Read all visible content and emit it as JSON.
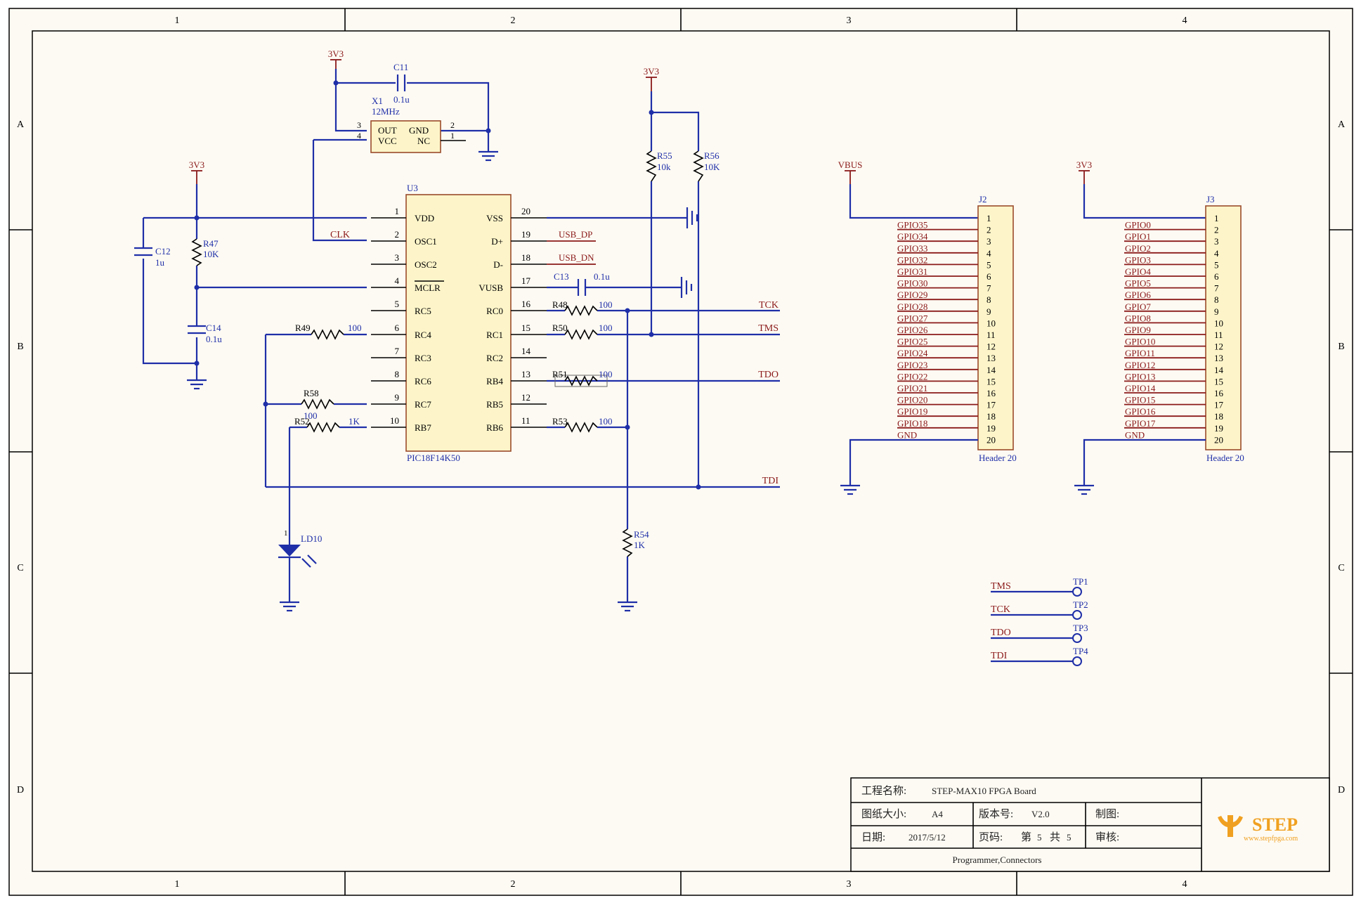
{
  "grid": {
    "cols": [
      "1",
      "2",
      "3",
      "4"
    ],
    "rows": [
      "A",
      "B",
      "C",
      "D"
    ]
  },
  "power": {
    "v3v3": "3V3",
    "vbus": "VBUS"
  },
  "crystal": {
    "ref": "X1",
    "value": "12MHz",
    "pins": {
      "out": "OUT",
      "vcc": "VCC",
      "gnd": "GND",
      "nc": "NC"
    },
    "nums": {
      "p3": "3",
      "p4": "4",
      "p2": "2",
      "p1": "1"
    }
  },
  "caps": {
    "c11": {
      "ref": "C11",
      "value": "0.1u"
    },
    "c12": {
      "ref": "C12",
      "value": "1u"
    },
    "c13": {
      "ref": "C13",
      "value": "0.1u"
    },
    "c14": {
      "ref": "C14",
      "value": "0.1u"
    }
  },
  "resistors": {
    "r47": {
      "ref": "R47",
      "value": "10K"
    },
    "r48": {
      "ref": "R48",
      "value": "100"
    },
    "r49": {
      "ref": "R49",
      "value": "100"
    },
    "r50": {
      "ref": "R50",
      "value": "100"
    },
    "r51": {
      "ref": "R51",
      "value": "100"
    },
    "r52": {
      "ref": "R52",
      "value": "1K"
    },
    "r53": {
      "ref": "R53",
      "value": "100"
    },
    "r54": {
      "ref": "R54",
      "value": "1K"
    },
    "r55": {
      "ref": "R55",
      "value": "10k"
    },
    "r56": {
      "ref": "R56",
      "value": "10K"
    },
    "r58": {
      "ref": "R58",
      "value": "100"
    }
  },
  "led": {
    "ref": "LD10",
    "pin": "1"
  },
  "mcu": {
    "ref": "U3",
    "part": "PIC18F14K50",
    "left_pins": [
      {
        "num": "1",
        "name": "VDD"
      },
      {
        "num": "2",
        "name": "OSC1"
      },
      {
        "num": "3",
        "name": "OSC2"
      },
      {
        "num": "4",
        "name": "MCLR"
      },
      {
        "num": "5",
        "name": "RC5"
      },
      {
        "num": "6",
        "name": "RC4"
      },
      {
        "num": "7",
        "name": "RC3"
      },
      {
        "num": "8",
        "name": "RC6"
      },
      {
        "num": "9",
        "name": "RC7"
      },
      {
        "num": "10",
        "name": "RB7"
      }
    ],
    "right_pins": [
      {
        "num": "20",
        "name": "VSS"
      },
      {
        "num": "19",
        "name": "D+"
      },
      {
        "num": "18",
        "name": "D-"
      },
      {
        "num": "17",
        "name": "VUSB"
      },
      {
        "num": "16",
        "name": "RC0"
      },
      {
        "num": "15",
        "name": "RC1"
      },
      {
        "num": "14",
        "name": "RC2"
      },
      {
        "num": "13",
        "name": "RB4"
      },
      {
        "num": "12",
        "name": "RB5"
      },
      {
        "num": "11",
        "name": "RB6"
      }
    ]
  },
  "nets": {
    "clk": "CLK",
    "usb_dp": "USB_DP",
    "usb_dn": "USB_DN",
    "tck": "TCK",
    "tms": "TMS",
    "tdo": "TDO",
    "tdi": "TDI"
  },
  "j2": {
    "ref": "J2",
    "type": "Header 20",
    "pins": [
      "1",
      "2",
      "3",
      "4",
      "5",
      "6",
      "7",
      "8",
      "9",
      "10",
      "11",
      "12",
      "13",
      "14",
      "15",
      "16",
      "17",
      "18",
      "19",
      "20"
    ],
    "nets": [
      "GPIO35",
      "GPIO34",
      "GPIO33",
      "GPIO32",
      "GPIO31",
      "GPIO30",
      "GPIO29",
      "GPIO28",
      "GPIO27",
      "GPIO26",
      "GPIO25",
      "GPIO24",
      "GPIO23",
      "GPIO22",
      "GPIO21",
      "GPIO20",
      "GPIO19",
      "GPIO18",
      "GND"
    ]
  },
  "j3": {
    "ref": "J3",
    "type": "Header 20",
    "pins": [
      "1",
      "2",
      "3",
      "4",
      "5",
      "6",
      "7",
      "8",
      "9",
      "10",
      "11",
      "12",
      "13",
      "14",
      "15",
      "16",
      "17",
      "18",
      "19",
      "20"
    ],
    "nets": [
      "GPIO0",
      "GPIO1",
      "GPIO2",
      "GPIO3",
      "GPIO4",
      "GPIO5",
      "GPIO6",
      "GPIO7",
      "GPIO8",
      "GPIO9",
      "GPIO10",
      "GPIO11",
      "GPIO12",
      "GPIO13",
      "GPIO14",
      "GPIO15",
      "GPIO16",
      "GPIO17",
      "GND"
    ]
  },
  "testpoints": [
    {
      "net": "TMS",
      "ref": "TP1"
    },
    {
      "net": "TCK",
      "ref": "TP2"
    },
    {
      "net": "TDO",
      "ref": "TP3"
    },
    {
      "net": "TDI",
      "ref": "TP4"
    }
  ],
  "title_block": {
    "project_label": "工程名称:",
    "project": "STEP-MAX10 FPGA Board",
    "size_label": "图纸大小:",
    "size": "A4",
    "rev_label": "版本号:",
    "rev": "V2.0",
    "drawn_label": "制图:",
    "date_label": "日期:",
    "date": "2017/5/12",
    "page_label": "页码:",
    "page_di": "第",
    "page_num": "5",
    "page_gong": "共",
    "page_total": "5",
    "check_label": "审核:",
    "sheet_title": "Programmer,Connectors",
    "logo_text": "STEP",
    "logo_url": "www.stepfpga.com",
    "colors": {
      "logo": "#f0a020",
      "wire": "#1f2fa8",
      "net": "#8b1a1a",
      "chip": "#fdf5c9"
    }
  }
}
